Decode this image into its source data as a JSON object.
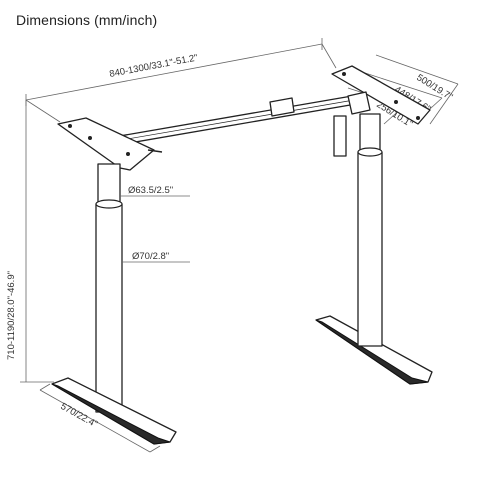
{
  "title": "Dimensions (mm/inch)",
  "dimensions": {
    "width": "840-1300/33.1\"-51.2\"",
    "depth": "500/19.7\"",
    "top_bracket": "448/17.6\"",
    "inner_bracket": "256/10.1\"",
    "height": "710-1190/28.0\"-46.9\"",
    "upper_column_diameter": "Ø63.5/2.5\"",
    "lower_column_diameter": "Ø70/2.8\"",
    "foot_length": "570/22.4\""
  },
  "colors": {
    "line": "#222222",
    "dimension": "#666666",
    "foot": "#2a2a2a"
  }
}
